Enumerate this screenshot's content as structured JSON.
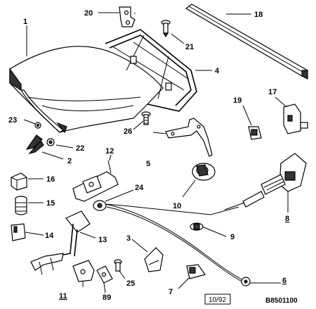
{
  "labels": {
    "l1": "1",
    "l2": "2",
    "l3": "3",
    "l4": "4",
    "l5": "5",
    "l6": "6",
    "l7": "7",
    "l8": "8",
    "l9": "9",
    "l10": "10",
    "l11": "11",
    "l12": "12",
    "l13": "13",
    "l14": "14",
    "l15": "15",
    "l16": "16",
    "l17": "17",
    "l18": "18",
    "l19": "19",
    "l20": "20",
    "l21": "21",
    "l22": "22",
    "l23": "23",
    "l24": "24",
    "l25": "25",
    "l26": "26",
    "l89": "89"
  },
  "footer": {
    "date": "10/92",
    "ref": "B8501100"
  }
}
